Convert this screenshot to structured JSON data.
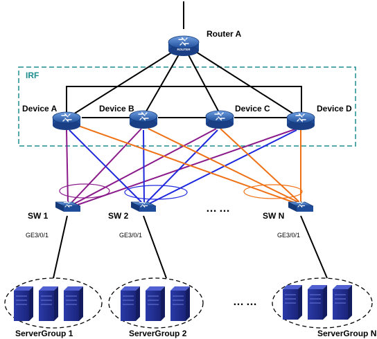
{
  "irf": {
    "label": "IRF",
    "border_color": "#1b8d8d"
  },
  "router": {
    "name": "Router A",
    "badge": "ROUTER"
  },
  "devices": [
    {
      "name": "Device A"
    },
    {
      "name": "Device B"
    },
    {
      "name": "Device C"
    },
    {
      "name": "Device D"
    }
  ],
  "switches": [
    {
      "name": "SW 1",
      "port": "GE3/0/1"
    },
    {
      "name": "SW 2",
      "port": "GE3/0/1"
    },
    {
      "name": "SW N",
      "port": "GE3/0/1"
    }
  ],
  "switch_ellipsis": "……",
  "server_groups": [
    {
      "name": "ServerGroup 1"
    },
    {
      "name": "ServerGroup 2"
    },
    {
      "name": "ServerGroup N"
    }
  ],
  "group_ellipsis": "……",
  "link_colors": {
    "black": "#000000",
    "purple": "#8a1a8a",
    "blue": "#1e28dc",
    "orange": "#f07014"
  }
}
